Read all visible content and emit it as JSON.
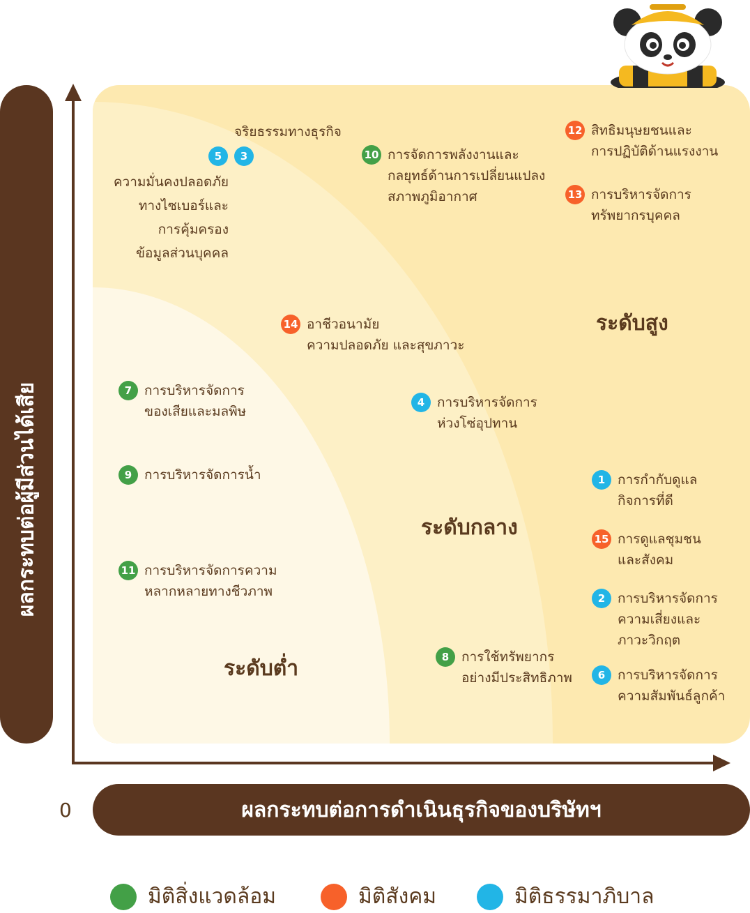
{
  "axes": {
    "y_label": "ผลกระทบต่อผู้มีส่วนได้เสีย",
    "x_label": "ผลกระทบต่อการดำเนินธุรกิจของบริษัทฯ",
    "origin_label": "0"
  },
  "levels": {
    "low": "ระดับต่ำ",
    "medium": "ระดับกลาง",
    "high": "ระดับสูง"
  },
  "items": {
    "ethics": {
      "text": "จริยธรรมทางธุรกิจ"
    },
    "b5": {
      "num": "5"
    },
    "b3": {
      "num": "3"
    },
    "cyber": {
      "lines": [
        "ความมั่นคงปลอดภัย",
        "ทางไซเบอร์และ",
        "การคุ้มครอง",
        "ข้อมูลส่วนบุคคล"
      ]
    },
    "i10": {
      "num": "10",
      "lines": [
        "การจัดการพลังงานและ",
        "กลยุทธ์ด้านการเปลี่ยนแปลง",
        "สภาพภูมิอากาศ"
      ]
    },
    "i12": {
      "num": "12",
      "lines": [
        "สิทธิมนุษยชนและ",
        "การปฏิบัติด้านแรงงาน"
      ]
    },
    "i13": {
      "num": "13",
      "lines": [
        "การบริหารจัดการ",
        "ทรัพยากรบุคคล"
      ]
    },
    "i14": {
      "num": "14",
      "lines": [
        "อาชีวอนามัย",
        "ความปลอดภัย และสุขภาวะ"
      ]
    },
    "i7": {
      "num": "7",
      "lines": [
        "การบริหารจัดการ",
        "ของเสียและมลพิษ"
      ]
    },
    "i4": {
      "num": "4",
      "lines": [
        "การบริหารจัดการ",
        "ห่วงโซ่อุปทาน"
      ]
    },
    "i9": {
      "num": "9",
      "lines": [
        "การบริหารจัดการน้ำ"
      ]
    },
    "i1": {
      "num": "1",
      "lines": [
        "การกำกับดูแล",
        "กิจการที่ดี"
      ]
    },
    "i15": {
      "num": "15",
      "lines": [
        "การดูแลชุมชน",
        "และสังคม"
      ]
    },
    "i11": {
      "num": "11",
      "lines": [
        "การบริหารจัดการความ",
        "หลากหลายทางชีวภาพ"
      ]
    },
    "i2": {
      "num": "2",
      "lines": [
        "การบริหารจัดการ",
        "ความเสี่ยงและ",
        "ภาวะวิกฤต"
      ]
    },
    "i8": {
      "num": "8",
      "lines": [
        "การใช้ทรัพยากร",
        "อย่างมีประสิทธิภาพ"
      ]
    },
    "i6": {
      "num": "6",
      "lines": [
        "การบริหารจัดการ",
        "ความสัมพันธ์ลูกค้า"
      ]
    }
  },
  "legend": [
    {
      "label": "มิติสิ่งแวดล้อม",
      "color": "#43a047"
    },
    {
      "label": "มิติสังคม",
      "color": "#f7612a"
    },
    {
      "label": "มิติธรรมาภิบาล",
      "color": "#22b5e6"
    }
  ],
  "colors": {
    "zone_high": "#fde9b0",
    "zone_medium": "#fdf0c6",
    "zone_low": "#fef8e6",
    "axis_brown": "#5a3620",
    "environment": "#43a047",
    "social": "#f7612a",
    "governance": "#22b5e6"
  }
}
